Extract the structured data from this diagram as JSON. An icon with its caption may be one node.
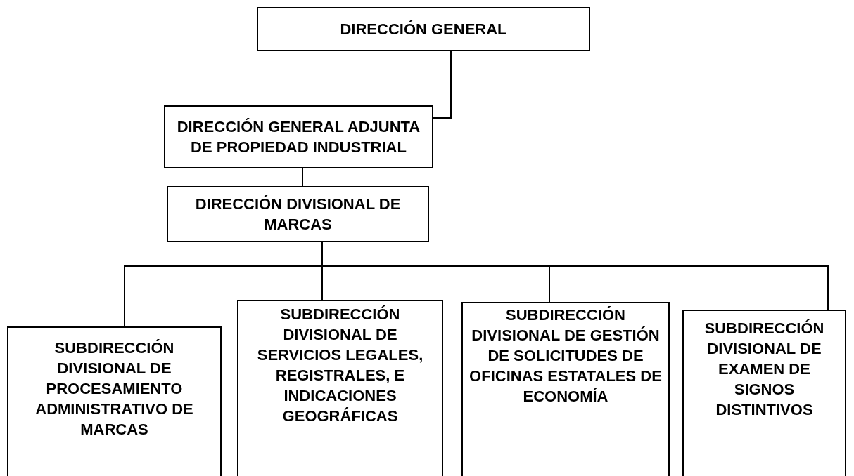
{
  "diagram": {
    "nodes": [
      {
        "text": [
          "DIRECCIÓN GENERAL"
        ]
      },
      {
        "text": [
          "DIRECCIÓN GENERAL ADJUNTA DE PROPIEDAD INDUSTRIAL"
        ]
      },
      {
        "text": [
          "DIRECCIÓN DIVISIONAL DE MARCAS"
        ]
      },
      {
        "text": [
          "SUBDIRECCIÓN DIVISIONAL DE PROCESAMIENTO ADMINISTRATIVO DE MARCAS"
        ]
      },
      {
        "text": [
          "SUBDIRECCIÓN DIVISIONAL DE SERVICIOS LEGALES, REGISTRALES, E INDICACIONES GEOGRÁFICAS"
        ]
      },
      {
        "text": [
          "SUBDIRECCIÓN DIVISIONAL DE GESTIÓN DE SOLICITUDES DE OFICINAS ESTATALES DE ECONOMÍA"
        ]
      },
      {
        "text": [
          "SUBDIRECCIÓN DIVISIONAL DE EXAMEN DE SIGNOS DISTINTIVOS"
        ]
      }
    ],
    "edges": [
      {
        "from": 0,
        "to": 1,
        "arrow": "none"
      },
      {
        "from": 1,
        "to": 2,
        "arrow": "none"
      },
      {
        "from": 2,
        "to": 3,
        "arrow": "none"
      },
      {
        "from": 2,
        "to": 4,
        "arrow": "none"
      },
      {
        "from": 2,
        "to": 5,
        "arrow": "none"
      },
      {
        "from": 2,
        "to": 6,
        "arrow": "none"
      }
    ]
  }
}
